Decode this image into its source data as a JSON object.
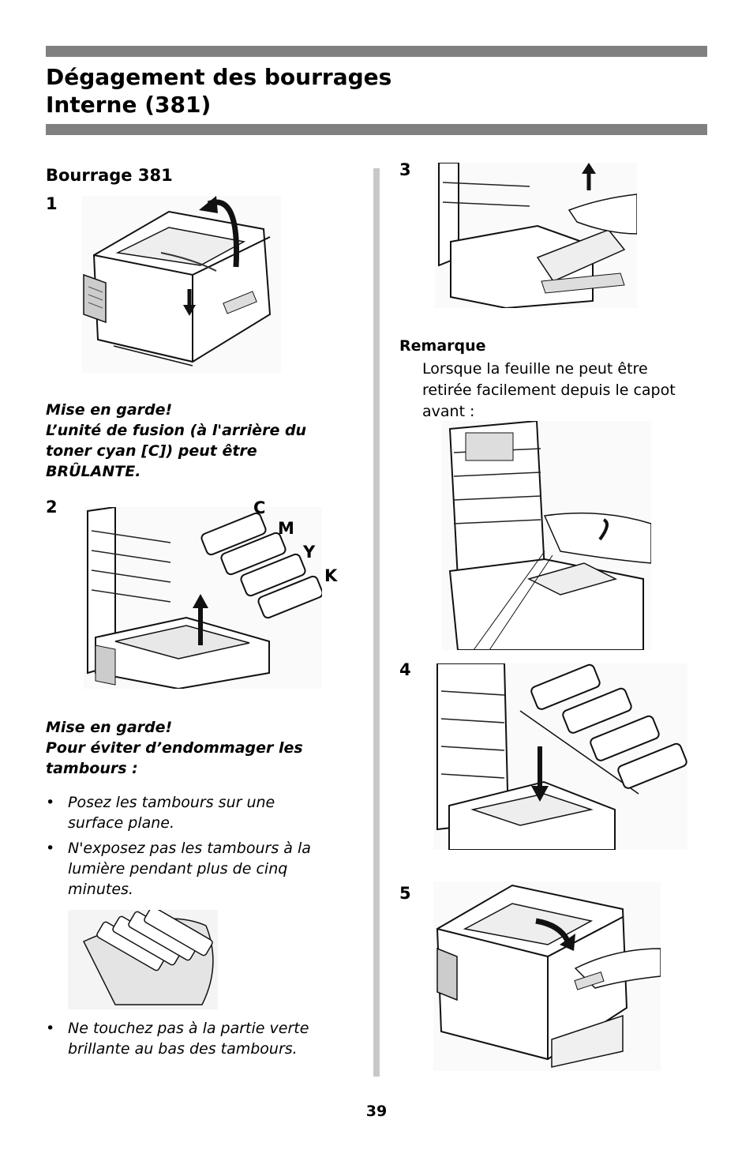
{
  "title": {
    "line1": "Dégagement des bourrages",
    "line2": "Interne (381)"
  },
  "left": {
    "heading": "Bourrage 381",
    "step1": "1",
    "caution1": {
      "line1": "Mise en garde!",
      "line2": "L’unité de fusion (à l'arrière du",
      "line3": "toner cyan [C]) peut être",
      "line4": "BRÛLANTE."
    },
    "step2": "2",
    "drum_labels": [
      "C",
      "M",
      "Y",
      "K"
    ],
    "caution2": {
      "line1": "Mise en garde!",
      "line2": "Pour éviter d’endommager les",
      "line3": "tambours :"
    },
    "bullets": [
      {
        "symbol": "•",
        "line1": "Posez les tambours sur une",
        "line2": "surface plane."
      },
      {
        "symbol": "•",
        "line1": "N'exposez pas les tambours à la",
        "line2": "lumière pendant plus de cinq",
        "line3": "minutes."
      },
      {
        "symbol": "•",
        "line1": "Ne touchez pas à la partie verte",
        "line2": "brillante au bas des tambours."
      }
    ]
  },
  "right": {
    "step3": "3",
    "remark": {
      "title": "Remarque",
      "line1": "Lorsque la feuille ne peut être",
      "line2": "retirée facilement depuis le capot",
      "line3": "avant :"
    },
    "step4": "4",
    "step5": "5"
  },
  "page_number": "39",
  "colors": {
    "rule_bar": "#808080",
    "column_divider": "#c8c8c8"
  }
}
